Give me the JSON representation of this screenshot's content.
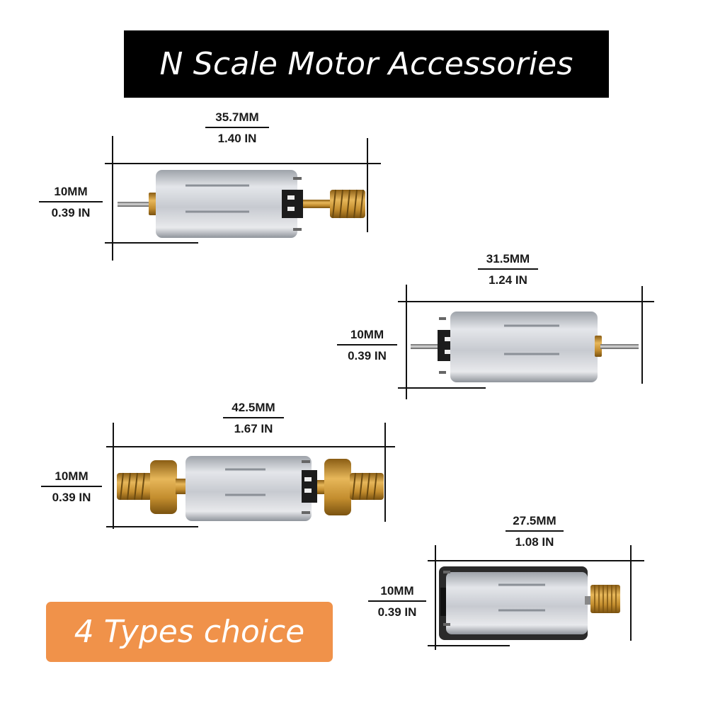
{
  "title": "N Scale Motor Accessories",
  "badge": "4 Types choice",
  "colors": {
    "title_bg": "#000000",
    "badge_bg": "#f0924a",
    "motor_silver": "#c9ccd1",
    "brass": "#c99a3a"
  },
  "motors": [
    {
      "length_mm": "35.7MM",
      "length_in": "1.40 IN",
      "dia_mm": "10MM",
      "dia_in": "0.39 IN"
    },
    {
      "length_mm": "31.5MM",
      "length_in": "1.24 IN",
      "dia_mm": "10MM",
      "dia_in": "0.39 IN"
    },
    {
      "length_mm": "42.5MM",
      "length_in": "1.67 IN",
      "dia_mm": "10MM",
      "dia_in": "0.39 IN"
    },
    {
      "length_mm": "27.5MM",
      "length_in": "1.08 IN",
      "dia_mm": "10MM",
      "dia_in": "0.39 IN"
    }
  ]
}
